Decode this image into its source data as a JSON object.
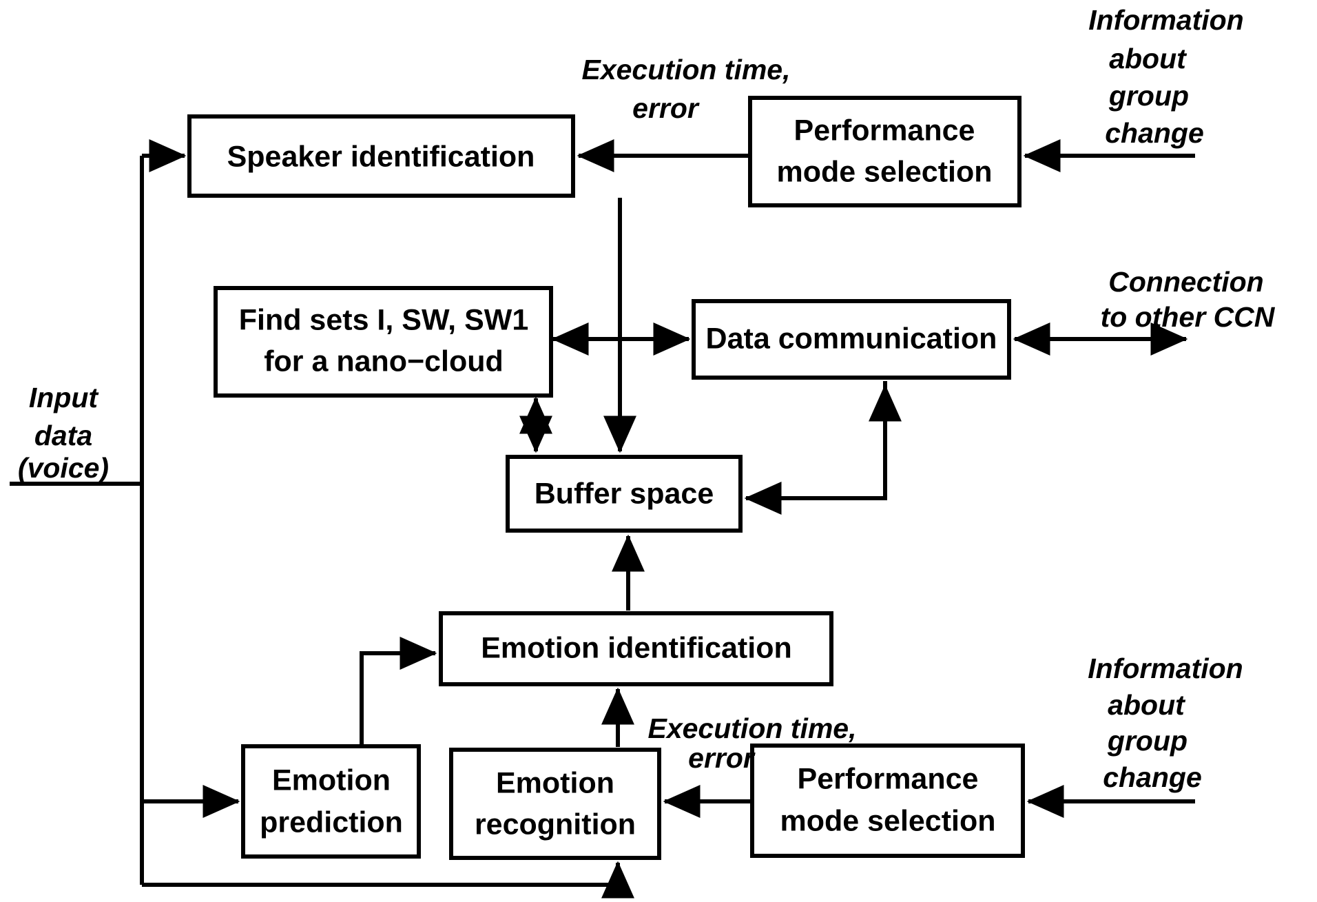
{
  "diagram": {
    "title": "Cognitive cloud node (CCN) voice processing block diagram",
    "colors": {
      "stroke": "#000000",
      "background": "#ffffff",
      "text": "#000000"
    },
    "boxes": [
      {
        "id": "speaker_identification",
        "label": "Speaker identification"
      },
      {
        "id": "performance_mode_selection_top",
        "label_line1": "Performance",
        "label_line2": "mode selection"
      },
      {
        "id": "find_sets",
        "label_line1": "Find sets I, SW, SW1",
        "label_line2": "for a nano−cloud"
      },
      {
        "id": "data_communication",
        "label": "Data communication"
      },
      {
        "id": "buffer_space",
        "label": "Buffer space"
      },
      {
        "id": "emotion_identification",
        "label": "Emotion identification"
      },
      {
        "id": "emotion_prediction",
        "label_line1": "Emotion",
        "label_line2": "prediction"
      },
      {
        "id": "emotion_recognition",
        "label_line1": "Emotion",
        "label_line2": "recognition"
      },
      {
        "id": "performance_mode_selection_bottom",
        "label_line1": "Performance",
        "label_line2": "mode selection"
      }
    ],
    "annotations": {
      "execution_time_top_line1": "Execution time,",
      "execution_time_top_line2": "error",
      "information_group_top_line1": "Information",
      "information_group_top_line2": "about",
      "information_group_top_line3": "group",
      "information_group_top_line4": "change",
      "connection_ccn_line1": "Connection",
      "connection_ccn_line2": "to other CCN",
      "input_data_line1": "Input",
      "input_data_line2": "data",
      "input_data_line3": "(voice)",
      "execution_time_bottom_line1": "Execution time,",
      "execution_time_bottom_line2": "error",
      "information_group_bottom_line1": "Information",
      "information_group_bottom_line2": "about",
      "information_group_bottom_line3": "group",
      "information_group_bottom_line4": "change"
    }
  }
}
